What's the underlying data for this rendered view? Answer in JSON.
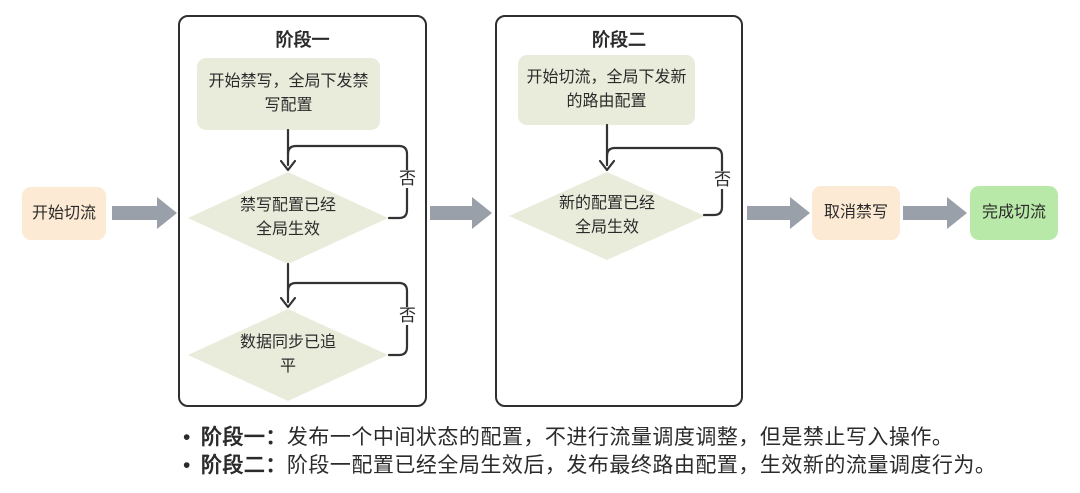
{
  "diagram": {
    "start": {
      "label": "开始切流"
    },
    "phase1": {
      "title": "阶段一",
      "process": "开始禁写，全局下发禁\n写配置",
      "decision1": "禁写配置已经\n全局生效",
      "decision1_no": "否",
      "decision2": "数据同步已追\n平",
      "decision2_no": "否"
    },
    "phase2": {
      "title": "阶段二",
      "process": "开始切流，全局下发新\n的路由配置",
      "decision": "新的配置已经\n全局生效",
      "decision_no": "否"
    },
    "cancel": {
      "label": "取消禁写"
    },
    "finish": {
      "label": "完成切流"
    }
  },
  "notes": [
    {
      "term": "阶段一：",
      "text": "发布一个中间状态的配置，不进行流量调度调整，但是禁止写入操作。"
    },
    {
      "term": "阶段二：",
      "text": "阶段一配置已经全局生效后，发布最终路由配置，生效新的流量调度行为。"
    }
  ],
  "colors": {
    "start_end_fill": "#FCEAD4",
    "finish_fill": "#B9E9A8",
    "step_fill": "#E9ECDB",
    "flow_arrow_gray": "#99A0A9",
    "line_dark": "#333333",
    "text": "#2B2B2B"
  }
}
